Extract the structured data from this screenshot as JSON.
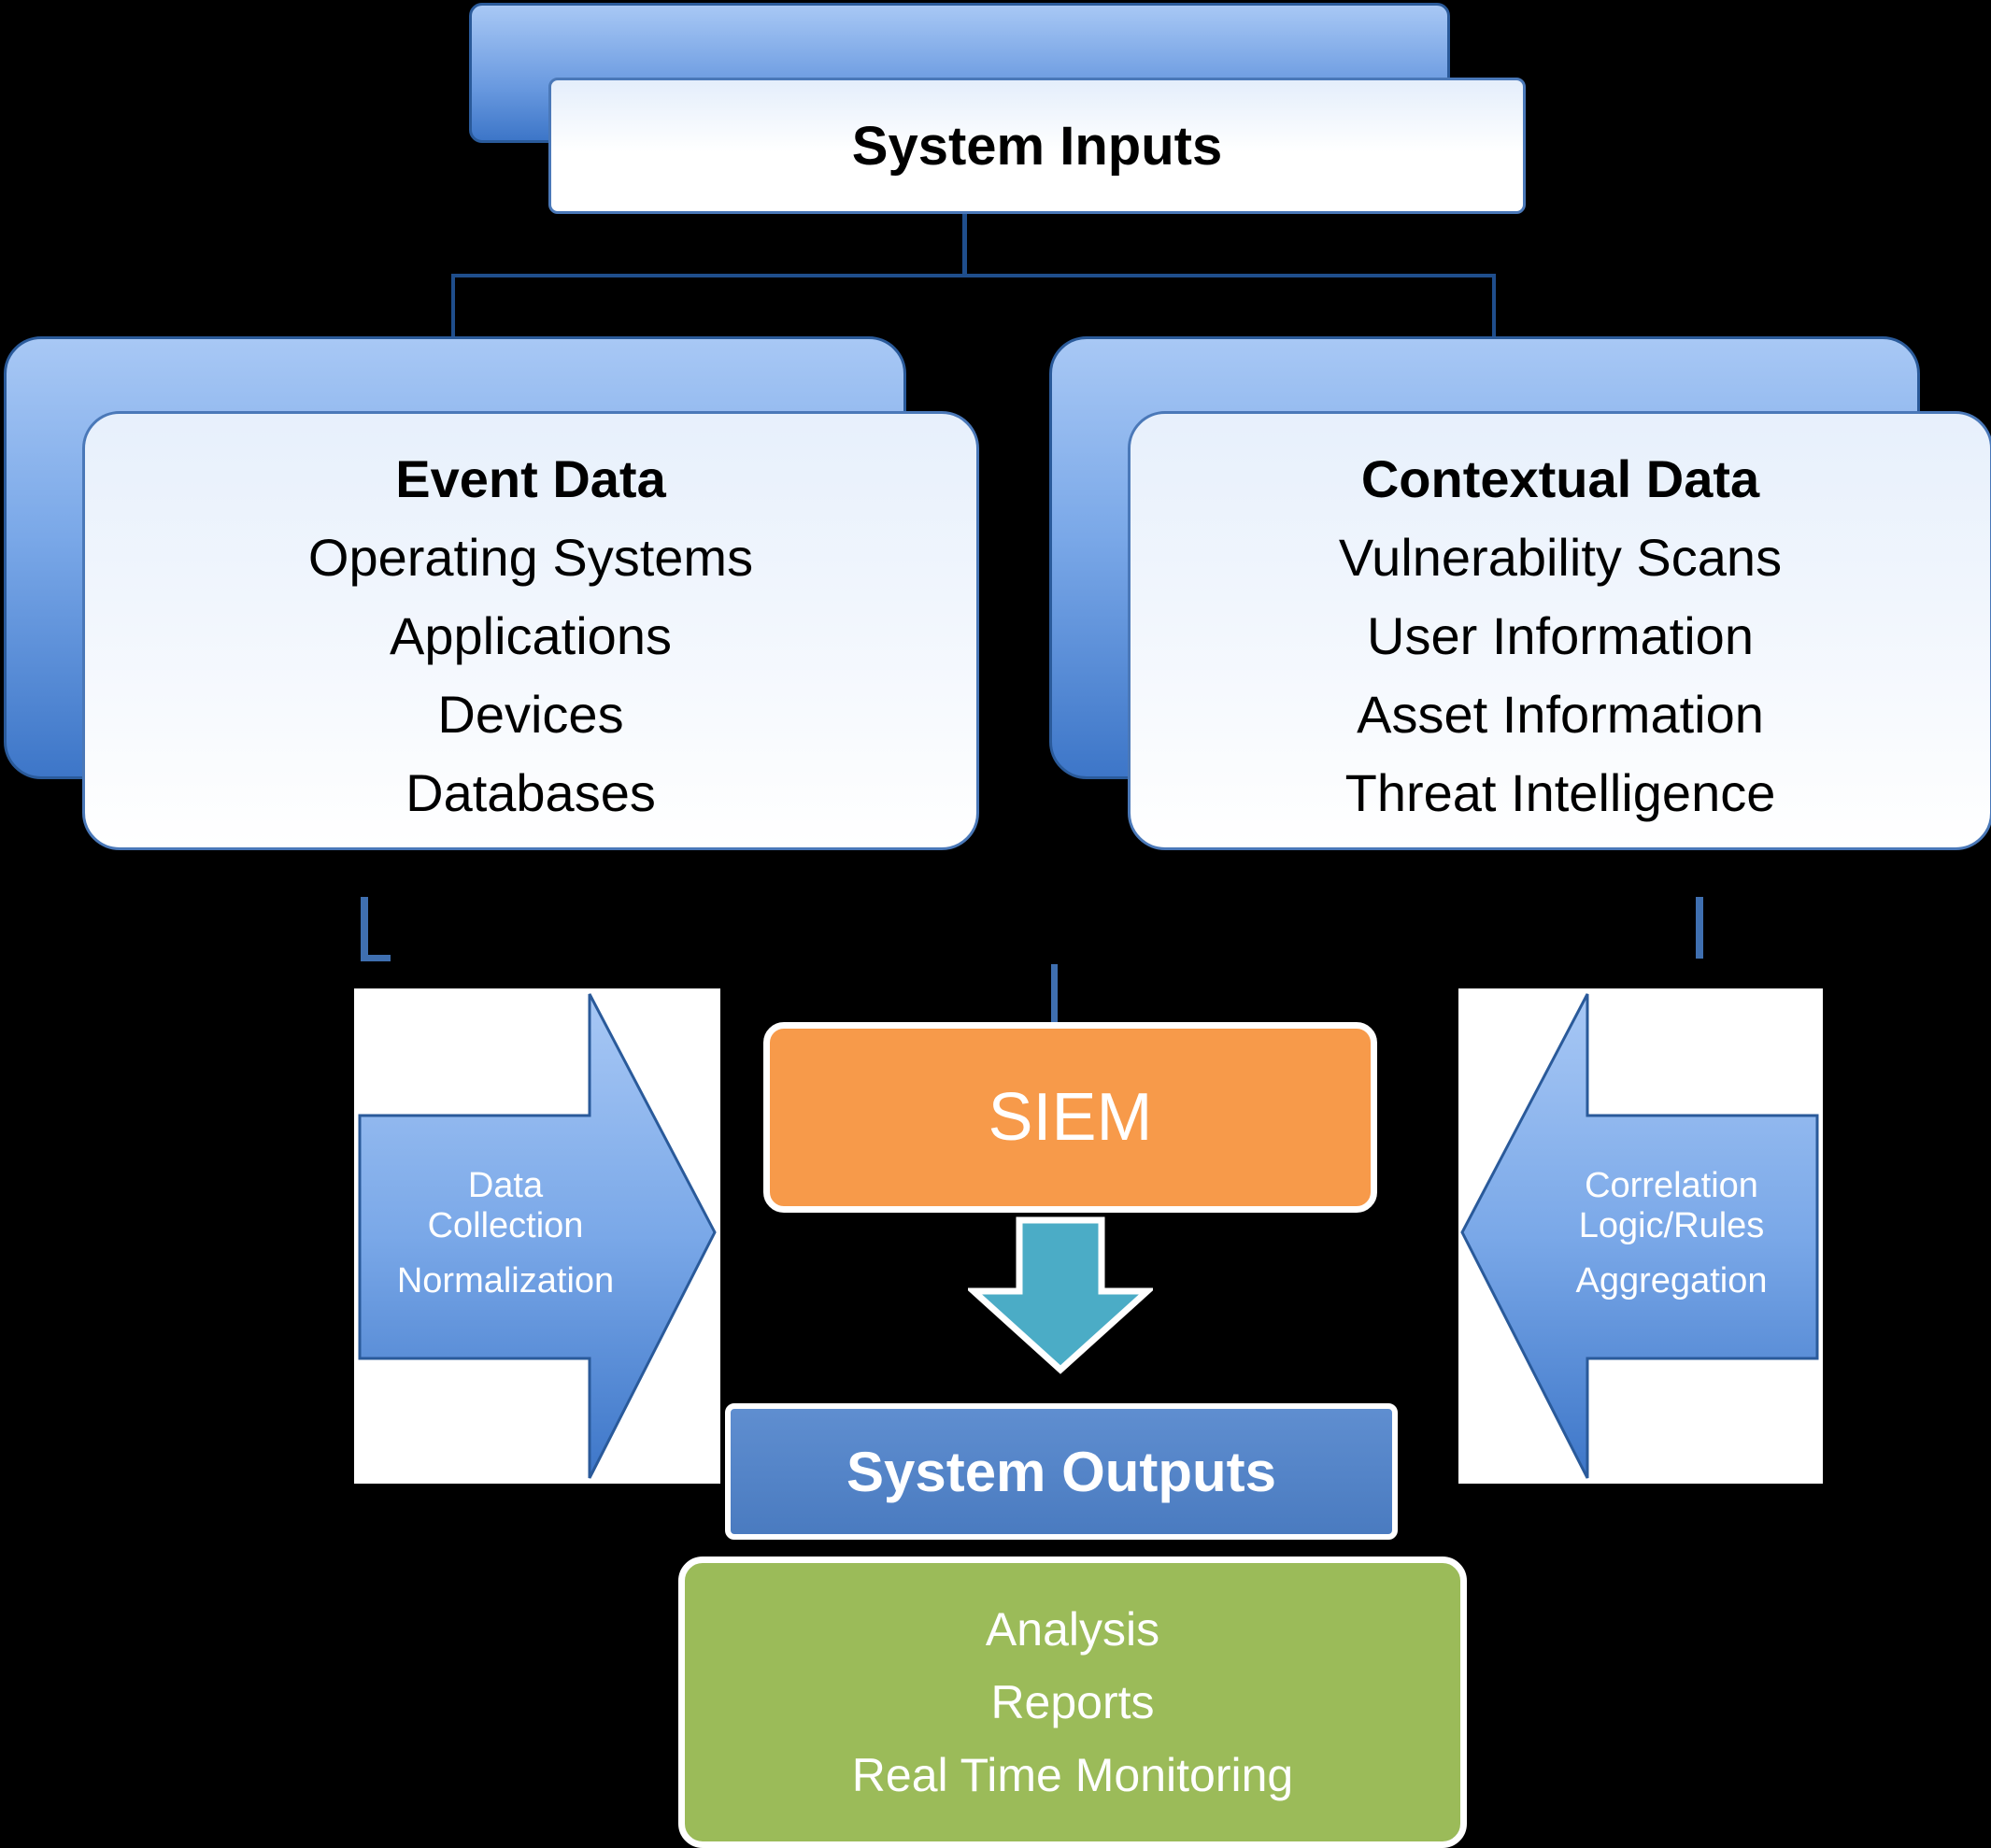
{
  "system_inputs": {
    "title": "System Inputs"
  },
  "event_data": {
    "heading": "Event Data",
    "items": [
      "Operating Systems",
      "Applications",
      "Devices",
      "Databases"
    ]
  },
  "contextual_data": {
    "heading": "Contextual Data",
    "items": [
      "Vulnerability Scans",
      "User Information",
      "Asset Information",
      "Threat Intelligence"
    ]
  },
  "left_arrow": {
    "line1": "Data",
    "line2": "Collection",
    "line3": "Normalization"
  },
  "right_arrow": {
    "line1": "Correlation",
    "line2": "Logic/Rules",
    "line3": "Aggregation"
  },
  "siem": {
    "label": "SIEM"
  },
  "system_outputs": {
    "title": "System Outputs"
  },
  "outputs_list": {
    "items": [
      "Analysis",
      "Reports",
      "Real Time Monitoring"
    ]
  },
  "colors": {
    "background": "#000000",
    "box_blue": "#7aa8e8",
    "siem_orange": "#f79a4a",
    "outputs_blue": "#4a7bc0",
    "down_arrow_teal": "#4bacc6",
    "results_green": "#9bbb59"
  }
}
